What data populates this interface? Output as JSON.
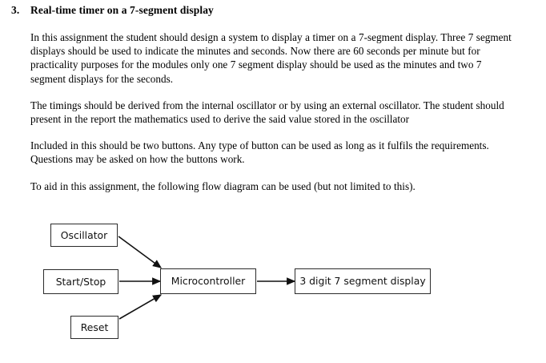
{
  "document": {
    "heading": {
      "number": "3.",
      "title": "Real-time timer on a 7-segment display"
    },
    "paragraphs": [
      "In this assignment the student should design a system to display a timer on a 7-segment display. Three 7 segment displays should be used to indicate the minutes and seconds. Now there are 60 seconds per minute but for practicality purposes for the modules only one 7 segment display should be used as the minutes and two 7 segment displays for the seconds.",
      "The timings should be derived from the internal oscillator or by using an external oscillator. The student should present in the report the mathematics used to derive the said value stored in the oscillator",
      "Included in this should be two buttons. Any type of button can be used as long as it fulfils the requirements. Questions may be asked on how the buttons work.",
      "To aid in this assignment, the following flow diagram can be used (but not limited to this)."
    ]
  },
  "diagram": {
    "nodes": {
      "oscillator": "Oscillator",
      "start_stop": "Start/Stop",
      "reset": "Reset",
      "microcontroller": "Microcontroller",
      "display": "3 digit 7 segment display"
    },
    "connections": [
      {
        "from": "Oscillator",
        "to": "Microcontroller",
        "style": "diagonal-down-arrow"
      },
      {
        "from": "Start/Stop",
        "to": "Microcontroller",
        "style": "horizontal-arrow"
      },
      {
        "from": "Reset",
        "to": "Microcontroller",
        "style": "diagonal-up-arrow"
      },
      {
        "from": "Microcontroller",
        "to": "3 digit 7 segment display",
        "style": "horizontal-arrow"
      }
    ]
  },
  "colors": {
    "page_background": "#ffffff",
    "text": "#000000",
    "box_border": "#2b2b2b",
    "connector": "#111111"
  }
}
